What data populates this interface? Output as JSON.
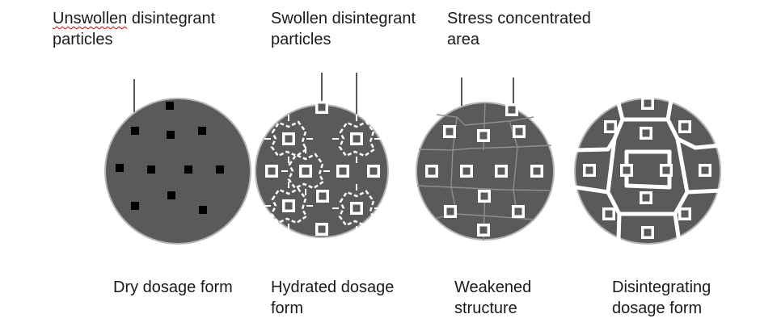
{
  "labels": {
    "top": [
      {
        "id": "unswollen",
        "first_word": "Unswollen",
        "line1_rest": " disintegrant",
        "line2": "particles"
      },
      {
        "id": "swollen",
        "line1": "Swollen disintegrant",
        "line2": "particles"
      },
      {
        "id": "stress",
        "line1": "Stress concentrated",
        "line2": "area"
      }
    ],
    "bottom": [
      {
        "id": "dry",
        "line1": "Dry dosage form",
        "line2": ""
      },
      {
        "id": "hydrated",
        "line1": "Hydrated dosage",
        "line2": "form"
      },
      {
        "id": "weakened",
        "line1": "Weakened",
        "line2": "structure"
      },
      {
        "id": "disintegrating",
        "line1": "Disintegrating",
        "line2": "dosage form"
      }
    ]
  },
  "colors": {
    "tablet_fill": "#5a5a5a",
    "tablet_outline": "#b5b5b5",
    "dry_particle": "#000000",
    "swollen_particle_outer": "#ffffff",
    "swollen_particle_inner": "#5a5a5a",
    "crack_line": "#8e8e8e",
    "fracture_gap": "#ffffff",
    "pointer_line": "#222222",
    "text": "#1a1a1a"
  }
}
